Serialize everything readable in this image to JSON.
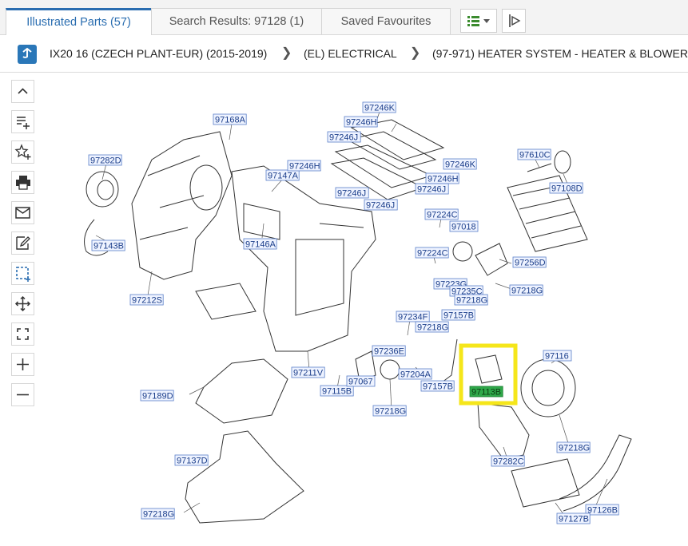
{
  "tabs": [
    {
      "label": "Illustrated Parts (57)"
    },
    {
      "label": "Search Results: 97128 (1)"
    },
    {
      "label": "Saved Favourites"
    }
  ],
  "breadcrumb": {
    "model": "IX20 16 (CZECH PLANT-EUR) (2015-2019)",
    "group": "(EL) ELECTRICAL",
    "section": "(97-971) HEATER SYSTEM - HEATER & BLOWER"
  },
  "toolbar_icons": [
    "list-view-icon",
    "dropdown-caret-icon",
    "share-icon"
  ],
  "side_tools": [
    "collapse-up-icon",
    "add-note-icon",
    "add-favourite-icon",
    "print-icon",
    "email-icon",
    "edit-icon",
    "select-area-icon",
    "pan-icon",
    "fit-screen-icon",
    "zoom-in-icon",
    "zoom-out-icon"
  ],
  "highlight_color": "#f5e61a",
  "parts": [
    "97168A",
    "97282D",
    "97143B",
    "97212S",
    "97147A",
    "97146A",
    "97246K",
    "97246H",
    "97246J",
    "97246H",
    "97246K",
    "97246H",
    "97246J",
    "97246J",
    "97246J",
    "97610C",
    "97108D",
    "97224C",
    "97018",
    "97224C",
    "97256D",
    "97223G",
    "97235C",
    "97218G",
    "97218G",
    "97234F",
    "97157B",
    "97218G",
    "97236E",
    "97204A",
    "97157B",
    "97211V",
    "97115B",
    "97067",
    "97218G",
    "97113B",
    "97116",
    "97218G",
    "97189D",
    "97282C",
    "97137D",
    "97218G",
    "97126B",
    "97127B"
  ]
}
